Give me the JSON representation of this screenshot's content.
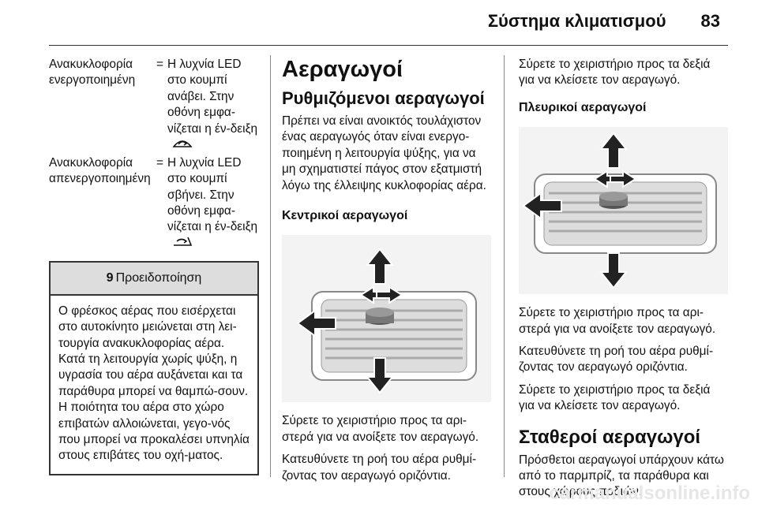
{
  "header": {
    "title": "Σύστημα κλιματισμού",
    "page_number": "83"
  },
  "left": {
    "rows": [
      {
        "term": "Ανακυκλοφορία ενεργοποιημένη",
        "eq": "=",
        "desc": "Η λυχνία LED στο κουμπί ανάβει. Στην οθόνη εμφα-νίζεται η έν-δειξη",
        "icon": "recirculation-on-icon"
      },
      {
        "term": "Ανακυκλοφορία απενεργοποιημένη",
        "eq": "=",
        "desc": "Η λυχνία LED στο κουμπί σβήνει. Στην οθόνη εμφα-νίζεται η έν-δειξη",
        "icon": "recirculation-off-icon"
      }
    ],
    "warning": {
      "symbol": "9",
      "title": "Προειδοποίηση",
      "text": "Ο φρέσκος αέρας που εισέρχεται στο αυτοκίνητο μειώνεται στη λει-τουργία ανακυκλοφορίας αέρα. Κατά τη λειτουργία χωρίς ψύξη, η υγρασία του αέρα αυξάνεται και τα παράθυρα μπορεί να θαμπώ-σουν. Η ποιότητα του αέρα στο χώρο επιβατών αλλοιώνεται, γεγο-νός που μπορεί να προκαλέσει υπνηλία στους επιβάτες του οχή-ματος."
    }
  },
  "middle": {
    "h1": "Αεραγωγοί",
    "h2": "Ρυθμιζόμενοι αεραγωγοί",
    "intro": "Πρέπει να είναι ανοικτός τουλάχιστον ένας αεραγωγός όταν είναι ενεργο-ποιημένη η λειτουργία ψύξης, για να μη σχηματιστεί πάγος στον εξατμιστή λόγω της έλλειψης κυκλοφορίας αέρα.",
    "h3": "Κεντρικοί αεραγωγοί",
    "p1": "Σύρετε το χειριστήριο προς τα αρι-στερά για να ανοίξετε τον αεραγωγό.",
    "p2": "Κατευθύνετε τη ροή του αέρα ρυθμί-ζοντας τον αεραγωγό οριζόντια."
  },
  "right": {
    "p0": "Σύρετε το χειριστήριο προς τα δεξιά για να κλείσετε τον αεραγωγό.",
    "h3": "Πλευρικοί αεραγωγοί",
    "p1": "Σύρετε το χειριστήριο προς τα αρι-στερά για να ανοίξετε τον αεραγωγό.",
    "p2": "Κατευθύνετε τη ροή του αέρα ρυθμί-ζοντας τον αεραγωγό οριζόντια.",
    "p3": "Σύρετε το χειριστήριο προς τα δεξιά για να κλείσετε τον αεραγωγό.",
    "h2": "Σταθεροί αεραγωγοί",
    "p4": "Πρόσθετοι αεραγωγοί υπάρχουν κάτω από το παρμπρίζ, τα παράθυρα και στους χώρους ποδιών."
  },
  "watermark": "carmanualsonline.info"
}
